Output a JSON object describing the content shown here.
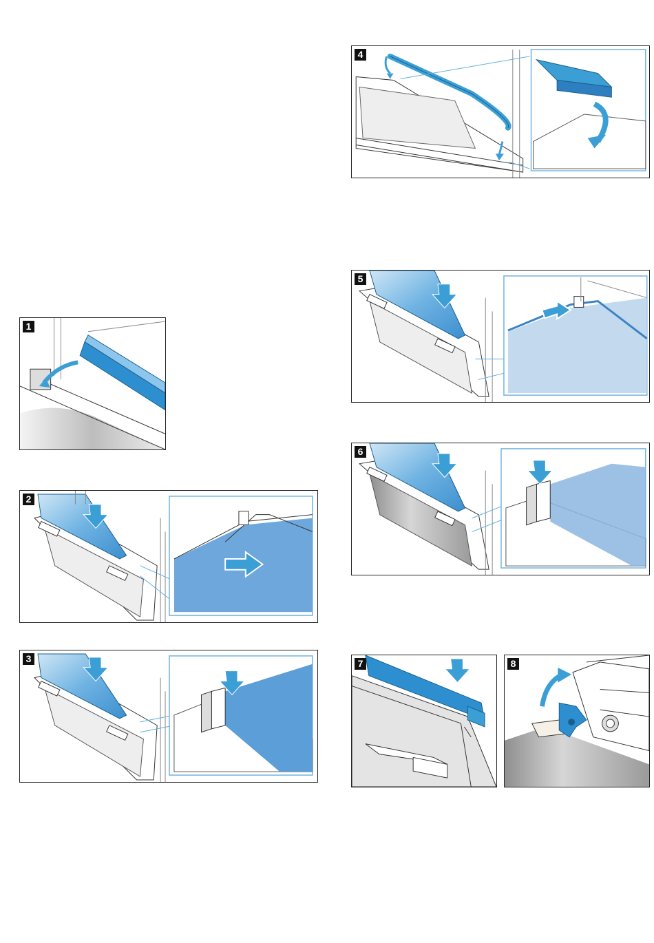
{
  "steps": [
    {
      "number": "1"
    },
    {
      "number": "2"
    },
    {
      "number": "3"
    },
    {
      "number": "4"
    },
    {
      "number": "5"
    },
    {
      "number": "6"
    },
    {
      "number": "7"
    },
    {
      "number": "8"
    }
  ],
  "colors": {
    "accent_blue": "#3b9fd6",
    "glass_blue": "#7fb8e2",
    "frame": "#222222"
  }
}
